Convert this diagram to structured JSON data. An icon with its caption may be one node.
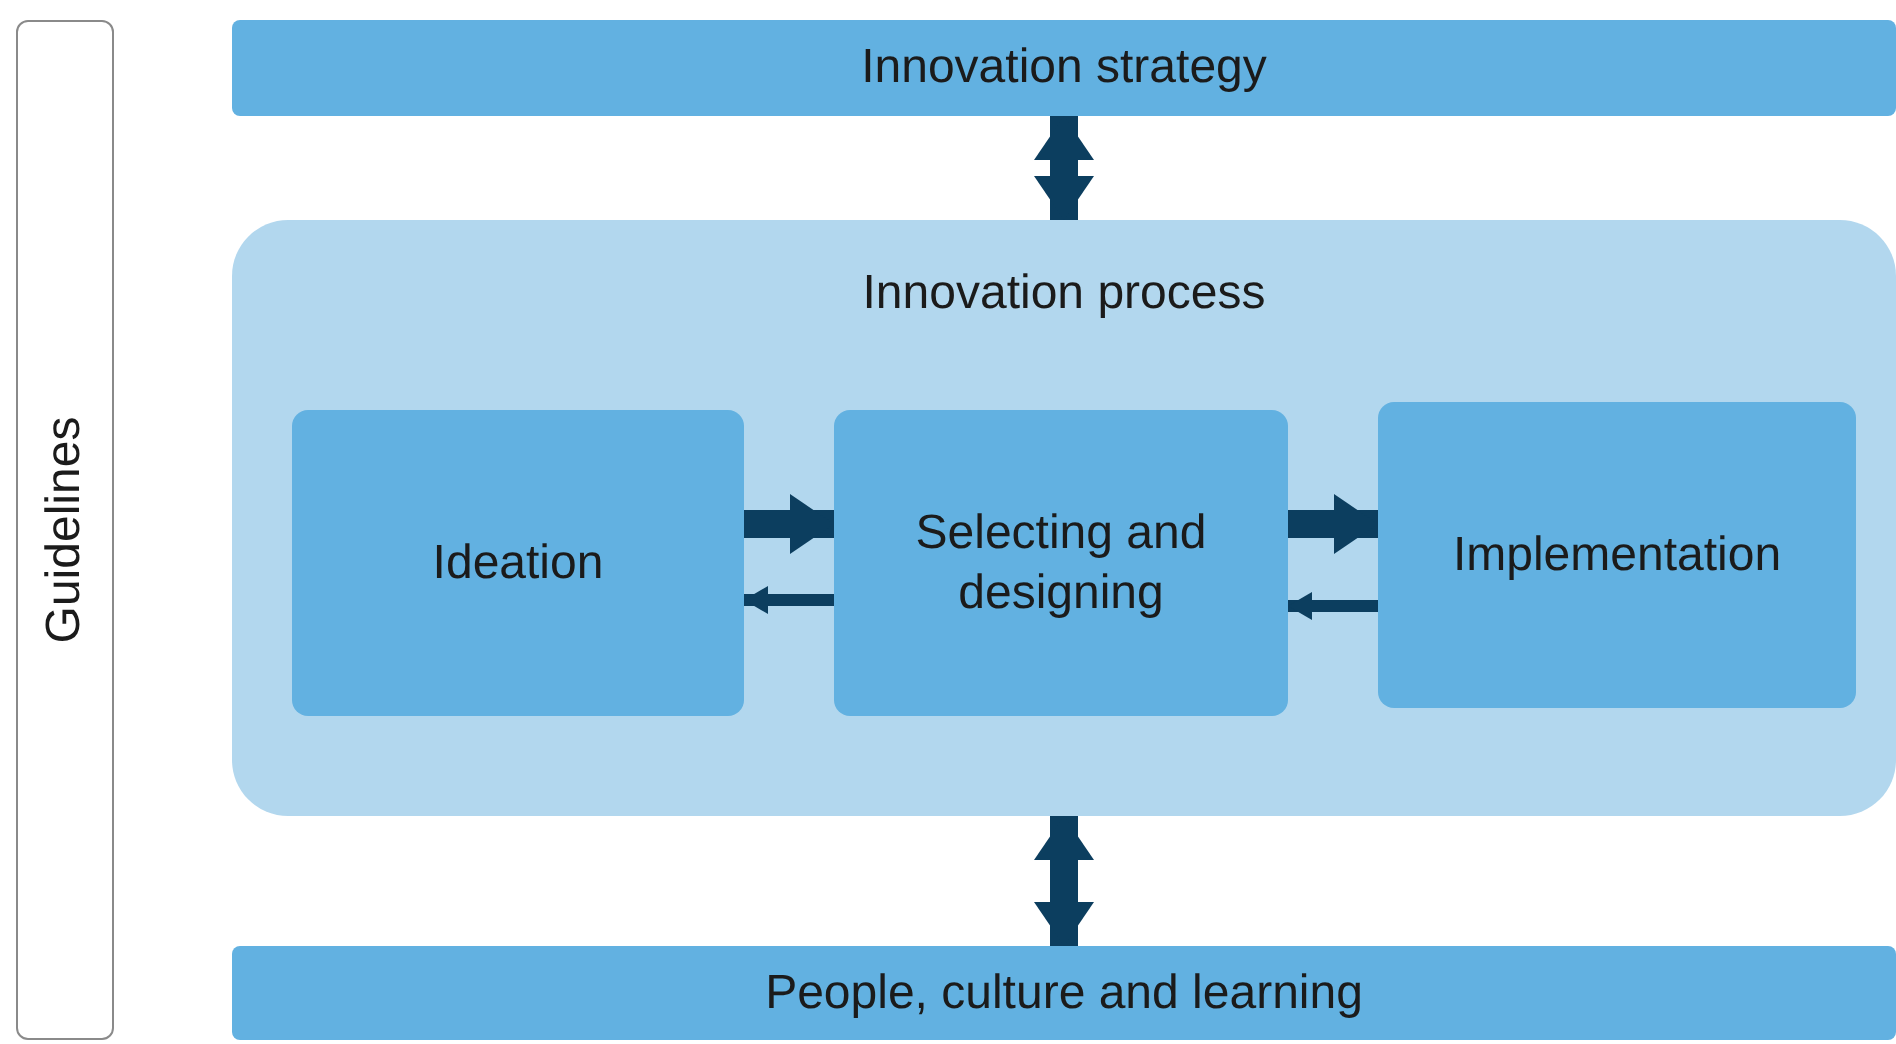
{
  "diagram": {
    "nodes": [
      {
        "text": [
          "Guidelines"
        ]
      },
      {
        "text": [
          "Innovation strategy"
        ]
      },
      {
        "text": [
          "Innovation process"
        ]
      },
      {
        "text": [
          "Ideation"
        ],
        "in": 2
      },
      {
        "text": [
          "Selecting and designing"
        ],
        "in": 2
      },
      {
        "text": [
          "Implementation"
        ],
        "in": 2
      },
      {
        "text": [
          "People, culture and learning"
        ]
      }
    ],
    "edges": [
      {
        "from": 1,
        "to": 2,
        "arrow": "both"
      },
      {
        "from": 3,
        "to": 4,
        "arrow": "to"
      },
      {
        "from": 4,
        "to": 3,
        "arrow": "to"
      },
      {
        "from": 4,
        "to": 5,
        "arrow": "to"
      },
      {
        "from": 5,
        "to": 4,
        "arrow": "to"
      },
      {
        "from": 2,
        "to": 6,
        "arrow": "both"
      }
    ]
  }
}
